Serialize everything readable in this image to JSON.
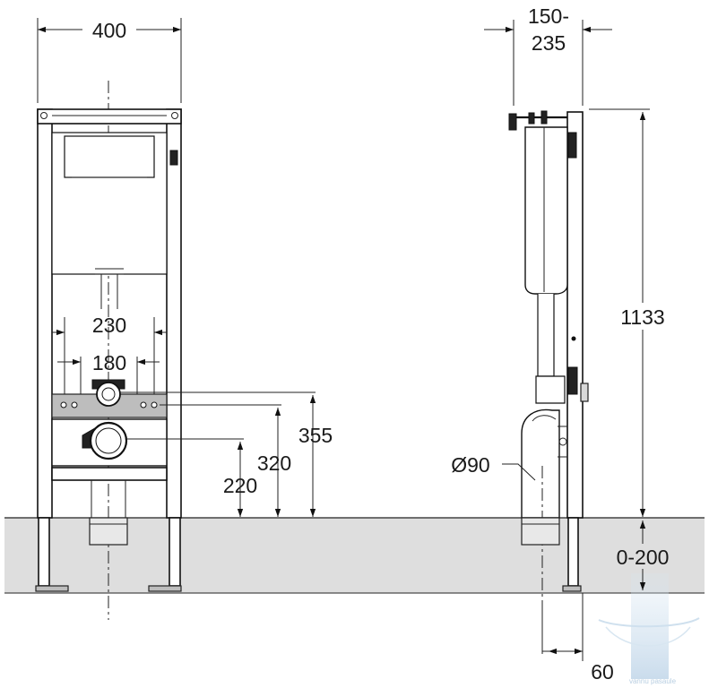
{
  "dimensions": {
    "frame_width": "400",
    "depth_range_line1": "150-",
    "depth_range_line2": "235",
    "frame_height": "1133",
    "pipe_spacing": "230",
    "bolt_spacing": "180",
    "flush_pipe_height": "355",
    "bolt_height": "320",
    "drain_height": "220",
    "drain_diameter": "Ø90",
    "leg_adjust": "0-200",
    "drain_offset": "60"
  },
  "watermark": {
    "text": "vannu pasaule",
    "color": "#cfe0ee"
  },
  "colors": {
    "line": "#111111",
    "floor": "#dcdcdc",
    "background": "#ffffff"
  }
}
